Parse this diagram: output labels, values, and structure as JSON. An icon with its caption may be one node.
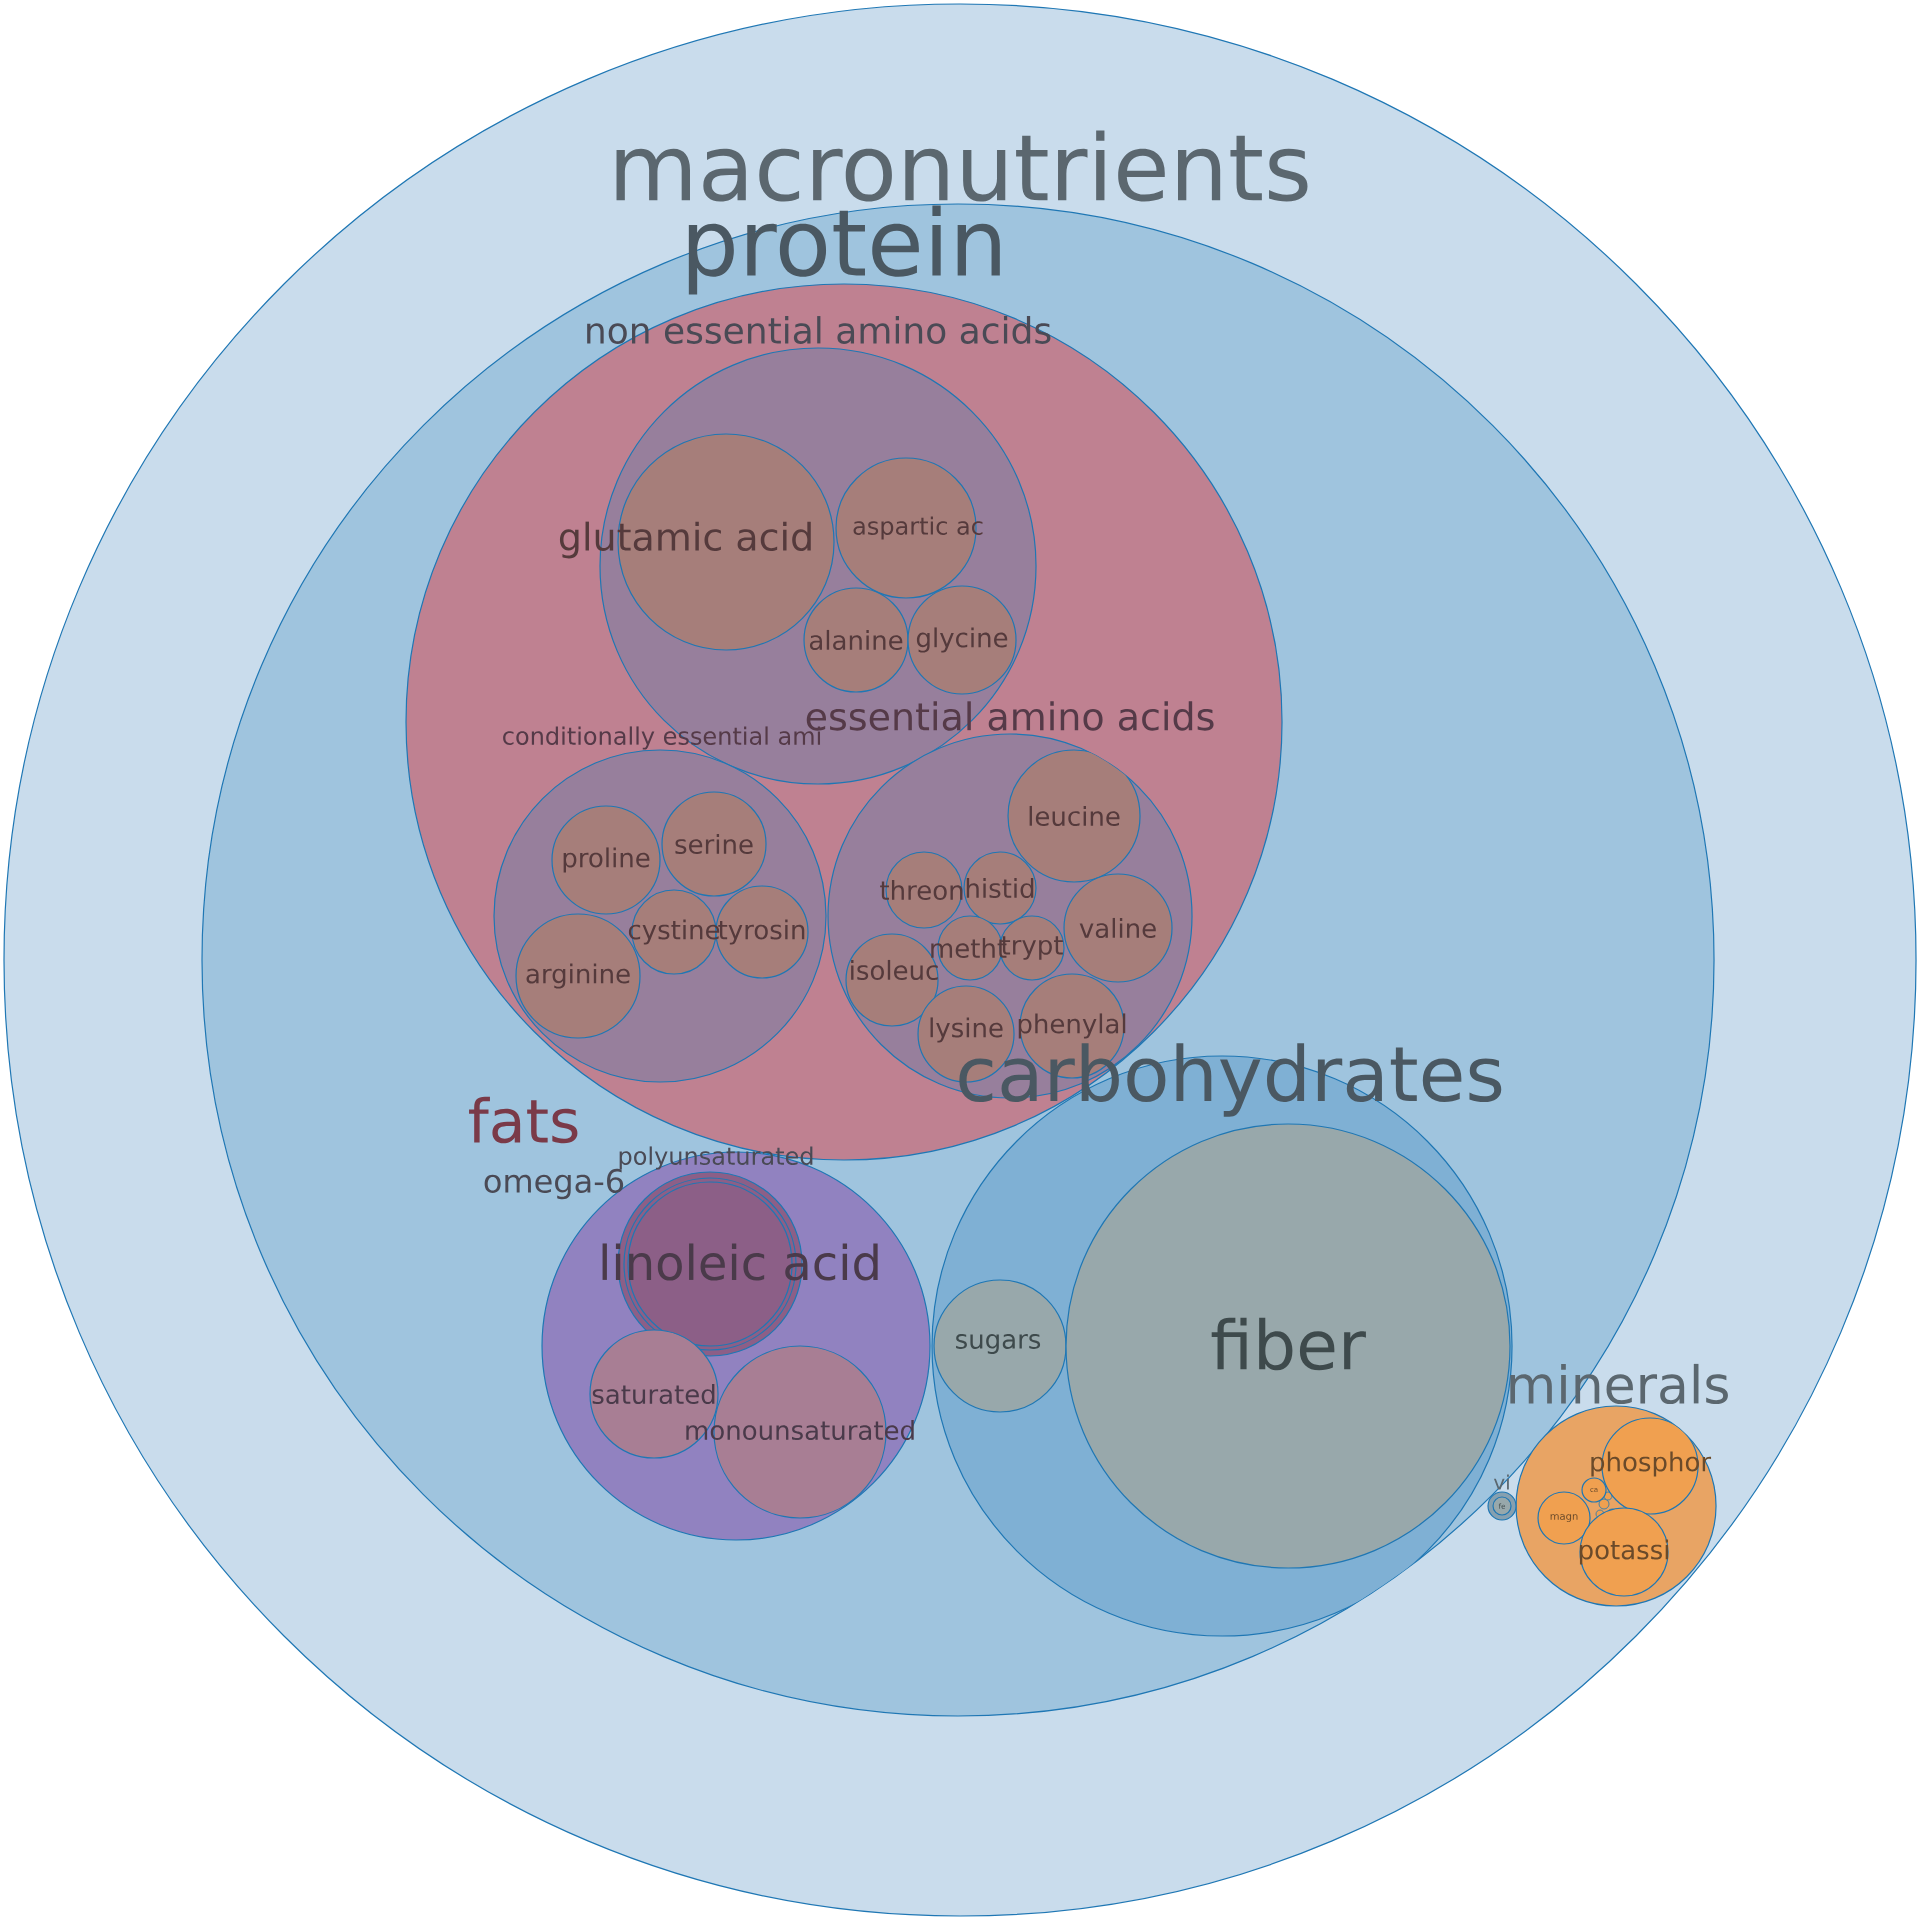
{
  "diagram": {
    "nodes": [
      {
        "text": [],
        "shape": "circle"
      },
      {
        "text": [
          "macronutrients"
        ],
        "in": 0
      },
      {
        "text": [
          "protein"
        ],
        "in": 1
      },
      {
        "text": [
          "non essential amino acids"
        ],
        "in": 2
      },
      {
        "text": [
          "glutamic acid"
        ],
        "in": 3
      },
      {
        "text": [
          "aspartic ac"
        ],
        "in": 3
      },
      {
        "text": [
          "alanine"
        ],
        "in": 3
      },
      {
        "text": [
          "glycine"
        ],
        "in": 3
      },
      {
        "text": [
          "conditionally essential ami"
        ],
        "in": 2
      },
      {
        "text": [
          "proline"
        ],
        "in": 8
      },
      {
        "text": [
          "serine"
        ],
        "in": 8
      },
      {
        "text": [
          "cystine"
        ],
        "in": 8
      },
      {
        "text": [
          "tyrosin"
        ],
        "in": 8
      },
      {
        "text": [
          "arginine"
        ],
        "in": 8
      },
      {
        "text": [
          "essential amino acids"
        ],
        "in": 2
      },
      {
        "text": [
          "leucine"
        ],
        "in": 14
      },
      {
        "text": [
          "threon"
        ],
        "in": 14
      },
      {
        "text": [
          "histid"
        ],
        "in": 14
      },
      {
        "text": [
          "valine"
        ],
        "in": 14
      },
      {
        "text": [
          "isoleuc"
        ],
        "in": 14
      },
      {
        "text": [
          "metht"
        ],
        "in": 14
      },
      {
        "text": [
          "trypt"
        ],
        "in": 14
      },
      {
        "text": [
          "lysine"
        ],
        "in": 14
      },
      {
        "text": [
          "phenylal"
        ],
        "in": 14
      },
      {
        "text": [
          "fats"
        ],
        "in": 1
      },
      {
        "text": [
          "polyunsaturated"
        ],
        "in": 24
      },
      {
        "text": [
          "omega-6"
        ],
        "in": 25
      },
      {
        "text": [
          "linoleic acid"
        ],
        "in": 26
      },
      {
        "text": [
          "saturated"
        ],
        "in": 24
      },
      {
        "text": [
          "monounsaturated"
        ],
        "in": 24
      },
      {
        "text": [
          "carbohydrates"
        ],
        "in": 1
      },
      {
        "text": [
          "sugars"
        ],
        "in": 30
      },
      {
        "text": [
          "fiber"
        ],
        "in": 30
      },
      {
        "text": [
          "minerals"
        ],
        "in": 0
      },
      {
        "text": [
          "phosphor"
        ],
        "in": 33
      },
      {
        "text": [
          "ca"
        ],
        "in": 33
      },
      {
        "text": [
          "magn"
        ],
        "in": 33
      },
      {
        "text": [
          "potassi"
        ],
        "in": 33
      },
      {
        "text": [
          "vi"
        ],
        "in": 0
      },
      {
        "text": [
          "fe"
        ],
        "in": 38
      }
    ],
    "edges": []
  }
}
